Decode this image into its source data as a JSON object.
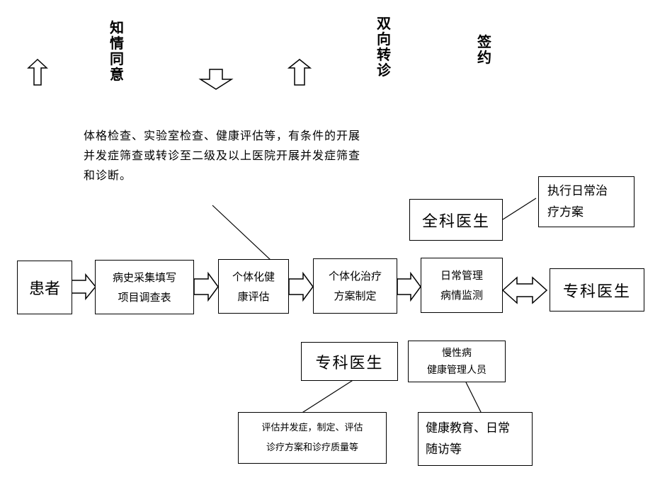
{
  "vertical_labels": {
    "informed_consent": "知情同意",
    "two_way_referral": "双向转诊",
    "sign": "签约"
  },
  "exam_note": "体格检查、实验室检查、健康评估等，有条件的开展并发症筛查或转诊至二级及以上医院开展并发症筛查和诊断。",
  "flow": {
    "patient": "患者",
    "history": "病史采集填写\n项目调查表",
    "assessment": "个体化健\n康评估",
    "treatment_plan": "个体化治疗\n方案制定",
    "monitoring": "日常管理\n病情监测",
    "specialist_right": "专科医生"
  },
  "gp": {
    "label": "全科医生",
    "task": "执行日常治\n疗方案"
  },
  "specialist_bottom": {
    "label": "专科医生",
    "task": "评估并发症，制定、评估\n诊疗方案和诊疗质量等"
  },
  "chronic_manager": {
    "label": "慢性病\n健康管理人员",
    "task": "健康教育、日常\n随访等"
  }
}
